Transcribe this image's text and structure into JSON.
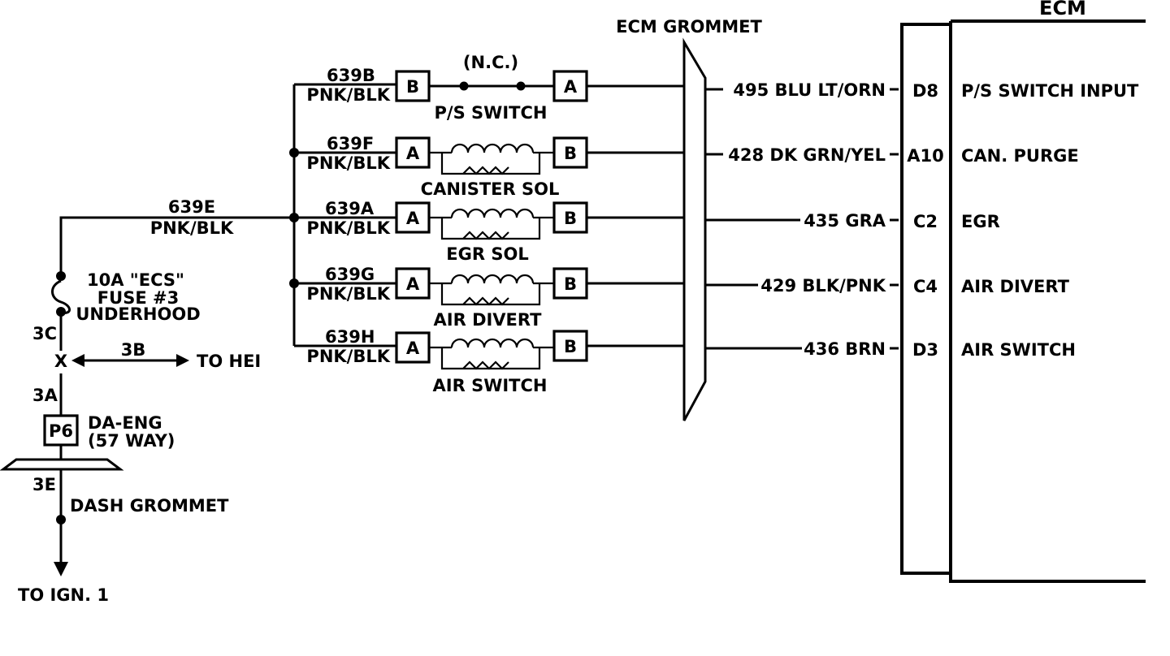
{
  "ecm": {
    "title": "ECM",
    "grommet_label": "ECM GROMMET",
    "pins": [
      {
        "wire": "495 BLU LT/ORN",
        "pin": "D8",
        "function": "P/S SWITCH INPUT"
      },
      {
        "wire": "428 DK GRN/YEL",
        "pin": "A10",
        "function": "CAN. PURGE"
      },
      {
        "wire": "435 GRA",
        "pin": "C2",
        "function": "EGR"
      },
      {
        "wire": "429 BLK/PNK",
        "pin": "C4",
        "function": "AIR DIVERT"
      },
      {
        "wire": "436 BRN",
        "pin": "D3",
        "function": "AIR SWITCH"
      }
    ]
  },
  "components": [
    {
      "circuit": "639B",
      "color": "PNK/BLK",
      "left_term": "B",
      "right_term": "A",
      "name": "P/S SWITCH",
      "kind": "switch",
      "state": "(N.C.)"
    },
    {
      "circuit": "639F",
      "color": "PNK/BLK",
      "left_term": "A",
      "right_term": "B",
      "name": "CANISTER SOL",
      "kind": "solenoid"
    },
    {
      "circuit": "639A",
      "color": "PNK/BLK",
      "left_term": "A",
      "right_term": "B",
      "name": "EGR SOL",
      "kind": "solenoid"
    },
    {
      "circuit": "639G",
      "color": "PNK/BLK",
      "left_term": "A",
      "right_term": "B",
      "name": "AIR DIVERT",
      "kind": "solenoid"
    },
    {
      "circuit": "639H",
      "color": "PNK/BLK",
      "left_term": "A",
      "right_term": "B",
      "name": "AIR SWITCH",
      "kind": "solenoid"
    }
  ],
  "feed": {
    "circuit": "639E",
    "color": "PNK/BLK",
    "fuse_lines": [
      "10A \"ECS\"",
      "FUSE #3",
      "UNDERHOOD"
    ],
    "splice_3c": "3C",
    "splice_x": "X",
    "splice_3b": "3B",
    "to_hei": "TO HEI",
    "splice_3a": "3A",
    "connector_id": "P6",
    "connector_lines": [
      "DA-ENG",
      "(57 WAY)"
    ],
    "splice_3e": "3E",
    "dash_grommet": "DASH GROMMET",
    "to_ign": "TO IGN. 1"
  }
}
